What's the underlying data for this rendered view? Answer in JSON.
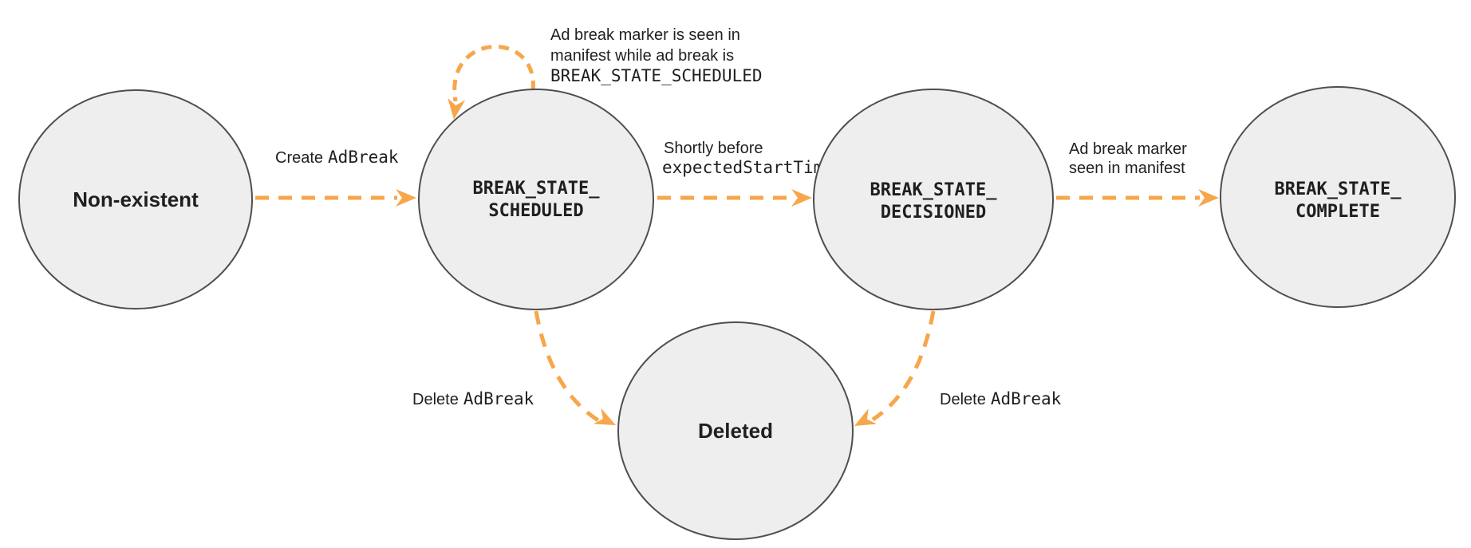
{
  "colors": {
    "accent": "#F7A64B",
    "node_fill": "#EEEEEE",
    "node_border": "#4F4F4F",
    "text": "#1F1F1F"
  },
  "nodes": {
    "non_existent": {
      "label": "Non-existent"
    },
    "scheduled": {
      "line1": "BREAK_STATE_",
      "line2": "SCHEDULED"
    },
    "decisioned": {
      "line1": "BREAK_STATE_",
      "line2": "DECISIONED"
    },
    "complete": {
      "line1": "BREAK_STATE_",
      "line2": "COMPLETE"
    },
    "deleted": {
      "label": "Deleted"
    }
  },
  "edges": {
    "create": {
      "plain": "Create",
      "code": "AdBreak"
    },
    "self_loop": {
      "line1": "Ad break marker is seen in",
      "line2": "manifest while ad break is",
      "line3": "BREAK_STATE_SCHEDULED"
    },
    "to_decisioned": {
      "line1": "Shortly before",
      "line2": "expectedStartTime"
    },
    "to_complete": {
      "line1": "Ad break marker",
      "line2": "seen in manifest"
    },
    "delete_from_scheduled": {
      "plain": "Delete",
      "code": "AdBreak"
    },
    "delete_from_decisioned": {
      "plain": "Delete",
      "code": "AdBreak"
    }
  }
}
